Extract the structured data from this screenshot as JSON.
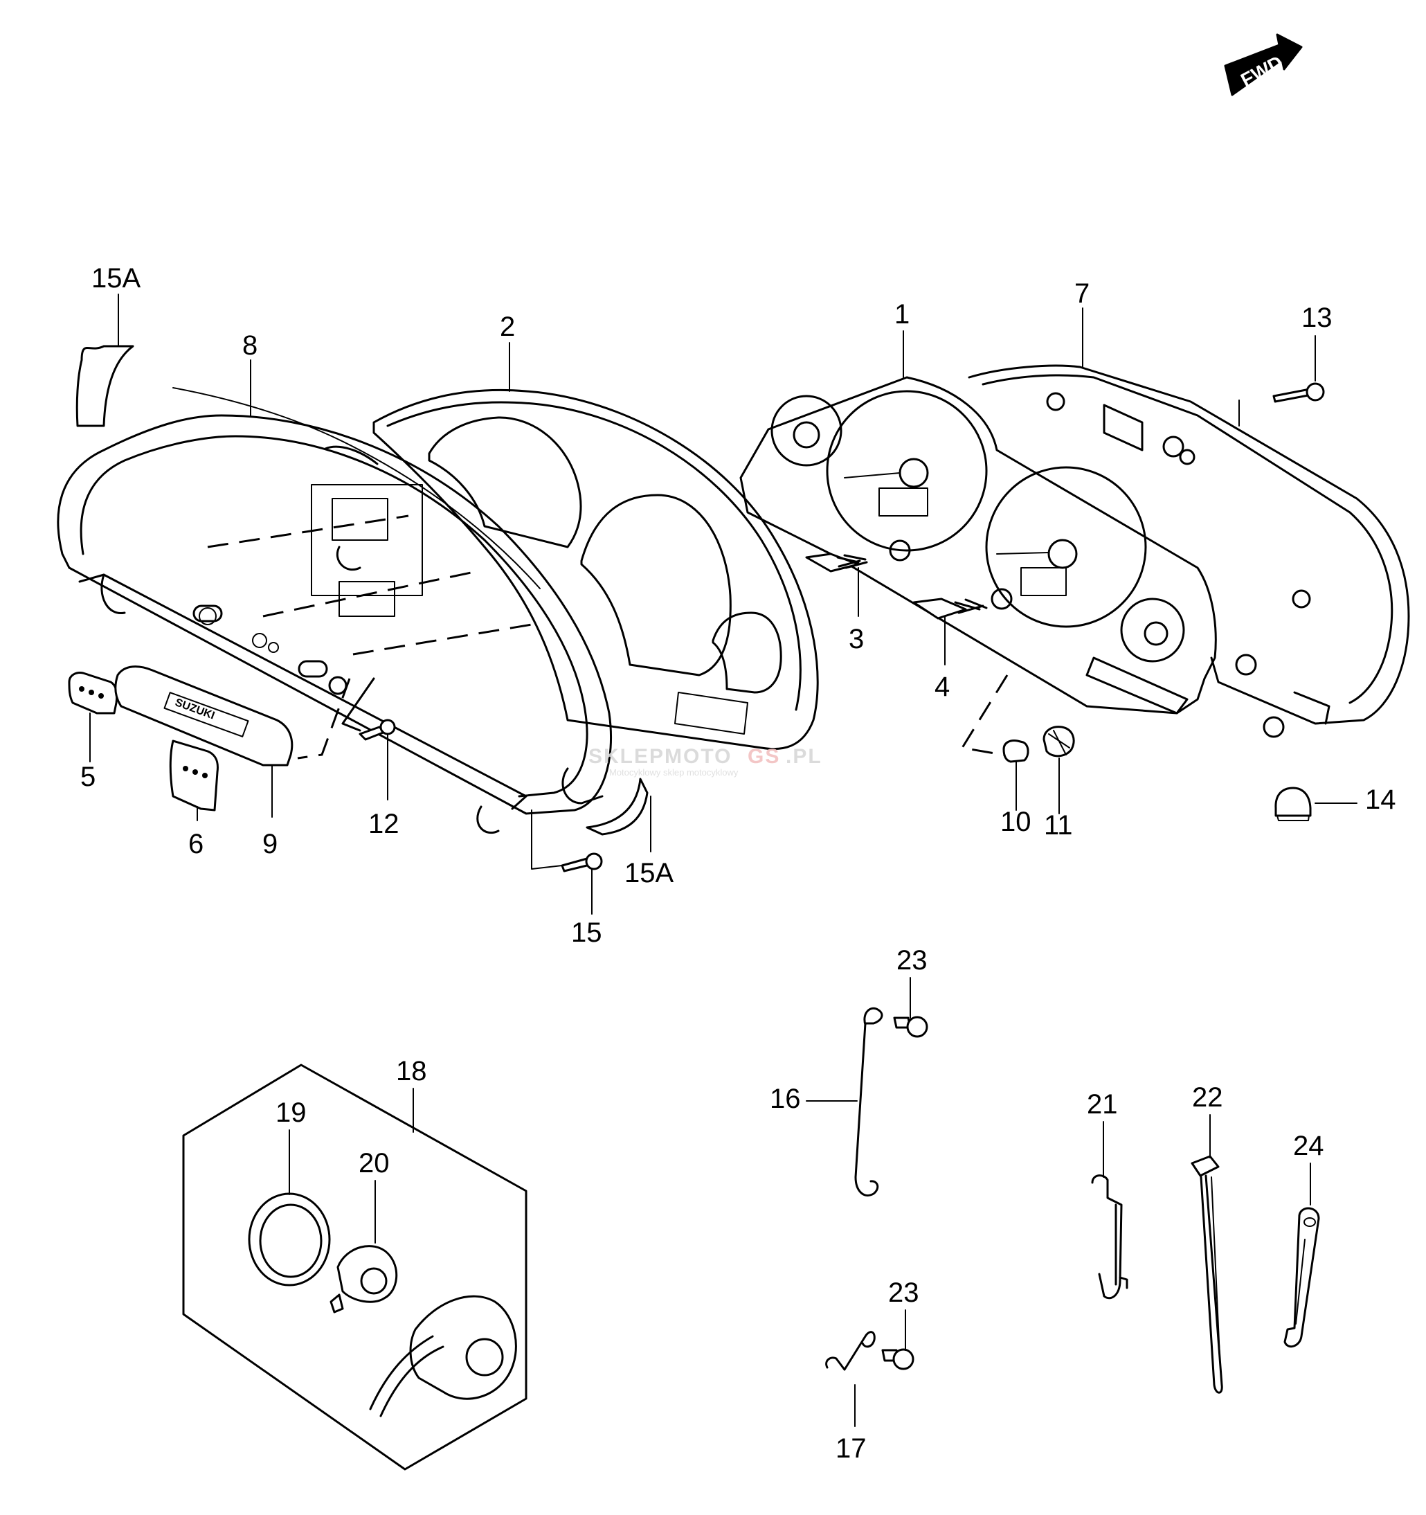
{
  "arrow": {
    "text": "FWD"
  },
  "watermark": {
    "part1": "SKLEPMOTO",
    "part2": "GS",
    "part3": ".PL",
    "sub": "Motocyklowy sklep motocyklowy"
  },
  "badge": {
    "text": "SUZUKI"
  },
  "callouts": [
    {
      "id": "1",
      "text": "1"
    },
    {
      "id": "2",
      "text": "2"
    },
    {
      "id": "3",
      "text": "3"
    },
    {
      "id": "4",
      "text": "4"
    },
    {
      "id": "5",
      "text": "5"
    },
    {
      "id": "6",
      "text": "6"
    },
    {
      "id": "7",
      "text": "7"
    },
    {
      "id": "8",
      "text": "8"
    },
    {
      "id": "9",
      "text": "9"
    },
    {
      "id": "10",
      "text": "10"
    },
    {
      "id": "11",
      "text": "11"
    },
    {
      "id": "12",
      "text": "12"
    },
    {
      "id": "13",
      "text": "13"
    },
    {
      "id": "14",
      "text": "14"
    },
    {
      "id": "15",
      "text": "15"
    },
    {
      "id": "15A",
      "text": "15A"
    },
    {
      "id": "15A-lower",
      "text": "15A"
    },
    {
      "id": "16",
      "text": "16"
    },
    {
      "id": "17",
      "text": "17"
    },
    {
      "id": "18",
      "text": "18"
    },
    {
      "id": "19",
      "text": "19"
    },
    {
      "id": "20",
      "text": "20"
    },
    {
      "id": "21",
      "text": "21"
    },
    {
      "id": "22",
      "text": "22"
    },
    {
      "id": "23",
      "text": "23"
    },
    {
      "id": "23-lower",
      "text": "23"
    },
    {
      "id": "24",
      "text": "24"
    }
  ]
}
